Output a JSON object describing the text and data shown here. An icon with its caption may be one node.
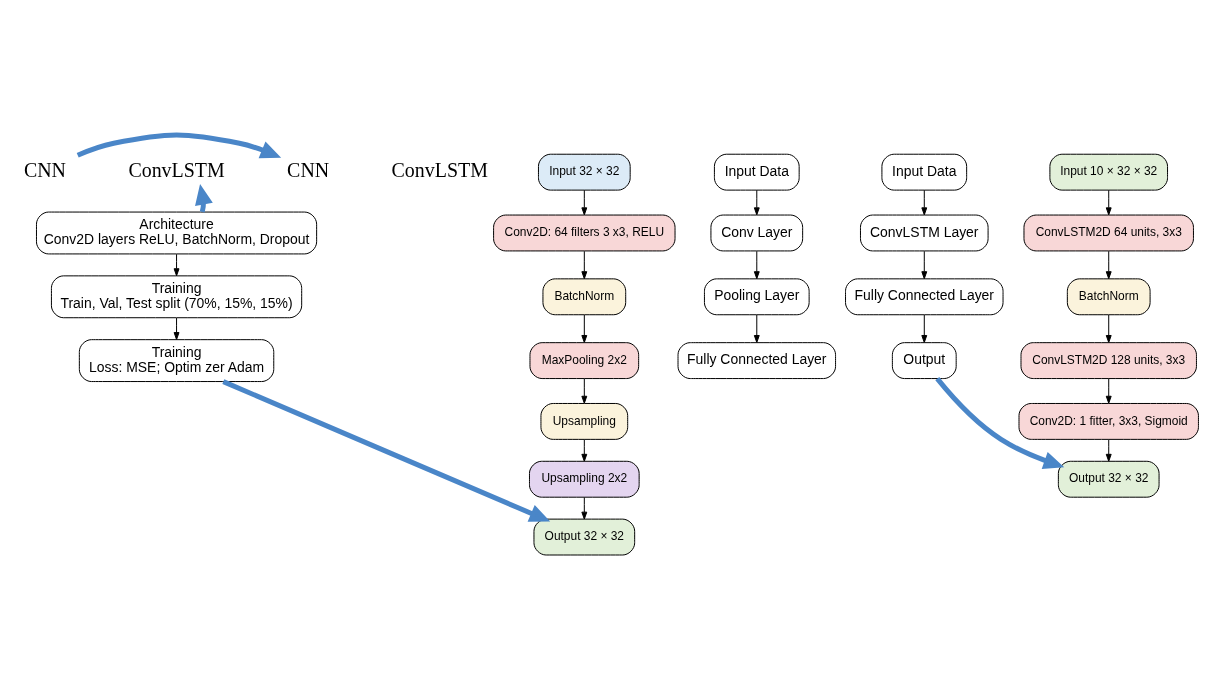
{
  "diagram": {
    "nodes": [
      {
        "text": [
          "CNN"
        ]
      },
      {
        "text": [
          "Input Data"
        ]
      },
      {
        "text": [
          "Conv Layer"
        ]
      },
      {
        "text": [
          "Pooling Layer"
        ]
      },
      {
        "text": [
          "Fully Connected Layer"
        ]
      },
      {
        "text": [
          "ConvLSTM"
        ]
      },
      {
        "text": [
          "Input Data"
        ]
      },
      {
        "text": [
          "ConvLSTM Layer"
        ]
      },
      {
        "text": [
          "Fully Connected Layer"
        ]
      },
      {
        "text": [
          "Output"
        ]
      },
      {
        "text": [
          "Architecture",
          "Conv2D layers ReLU, BatchNorm, Dropout"
        ]
      },
      {
        "text": [
          "Training",
          "Train, Val, Test split (70%, 15%, 15%)"
        ]
      },
      {
        "text": [
          "Training",
          "Loss: MSE; Optim zer Adam"
        ]
      },
      {
        "text": [
          "CNN"
        ]
      },
      {
        "text": [
          "Input 32 × 32"
        ]
      },
      {
        "text": [
          "Conv2D: 64 filters 3 x3, RELU"
        ]
      },
      {
        "text": [
          "BatchNorm"
        ]
      },
      {
        "text": [
          "MaxPooling 2x2"
        ]
      },
      {
        "text": [
          "Upsampling"
        ]
      },
      {
        "text": [
          "Upsampling 2x2"
        ]
      },
      {
        "text": [
          "Output 32 × 32"
        ]
      },
      {
        "text": [
          "ConvLSTM"
        ]
      },
      {
        "text": [
          "Input 10 × 32 × 32"
        ]
      },
      {
        "text": [
          "ConvLSTM2D 64 units, 3x3"
        ]
      },
      {
        "text": [
          "BatchNorm"
        ]
      },
      {
        "text": [
          "ConvLSTM2D 128 units, 3x3"
        ]
      },
      {
        "text": [
          "Conv2D: 1 fitter, 3x3, Sigmoid"
        ]
      },
      {
        "text": [
          "Output 32 × 32"
        ]
      }
    ],
    "edges": [
      {
        "from": 1,
        "to": 2,
        "arrow": "to"
      },
      {
        "from": 2,
        "to": 3,
        "arrow": "to"
      },
      {
        "from": 3,
        "to": 4,
        "arrow": "to"
      },
      {
        "from": 6,
        "to": 7,
        "arrow": "to"
      },
      {
        "from": 7,
        "to": 8,
        "arrow": "to"
      },
      {
        "from": 8,
        "to": 9,
        "arrow": "to"
      },
      {
        "from": 10,
        "to": 11,
        "arrow": "to"
      },
      {
        "from": 11,
        "to": 12,
        "arrow": "to"
      },
      {
        "from": 14,
        "to": 15,
        "arrow": "to"
      },
      {
        "from": 15,
        "to": 16,
        "arrow": "to"
      },
      {
        "from": 16,
        "to": 17,
        "arrow": "to"
      },
      {
        "from": 17,
        "to": 18,
        "arrow": "to"
      },
      {
        "from": 18,
        "to": 19,
        "arrow": "to"
      },
      {
        "from": 19,
        "to": 20,
        "arrow": "to"
      },
      {
        "from": 22,
        "to": 23,
        "arrow": "to"
      },
      {
        "from": 23,
        "to": 24,
        "arrow": "to"
      },
      {
        "from": 24,
        "to": 25,
        "arrow": "to"
      },
      {
        "from": 25,
        "to": 26,
        "arrow": "to"
      },
      {
        "from": 26,
        "to": 27,
        "arrow": "to"
      },
      {
        "from": 0,
        "to": 13,
        "arrow": "to",
        "style": "thick",
        "color": "#4a86c8"
      },
      {
        "from": 10,
        "to": 5,
        "arrow": "to",
        "style": "thick",
        "color": "#4a86c8"
      },
      {
        "from": 9,
        "to": 27,
        "arrow": "to",
        "style": "thick",
        "color": "#4a86c8"
      },
      {
        "from": 12,
        "to": 20,
        "arrow": "to",
        "style": "thick",
        "color": "#4a86c8"
      }
    ]
  }
}
